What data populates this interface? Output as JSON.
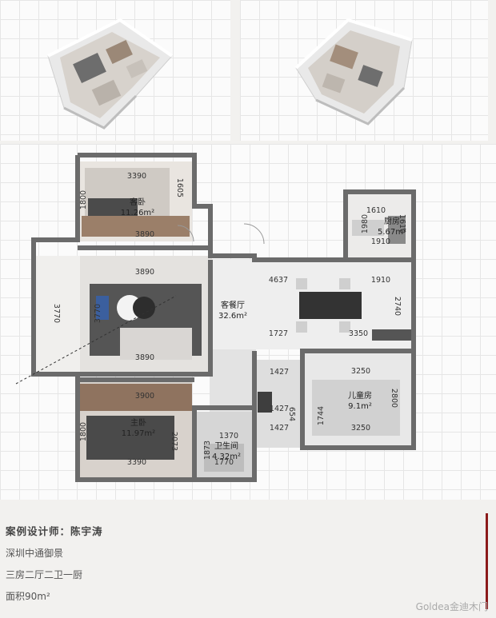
{
  "plan": {
    "rooms": [
      {
        "key": "guest",
        "name": "客卧",
        "area": "11.26m²"
      },
      {
        "key": "living",
        "name": "客餐厅",
        "area": "32.6m²"
      },
      {
        "key": "kitchen",
        "name": "厨房",
        "area": "5.67m²"
      },
      {
        "key": "kids",
        "name": "儿童房",
        "area": "9.1m²"
      },
      {
        "key": "master",
        "name": "主卧",
        "area": "11.97m²"
      },
      {
        "key": "bath",
        "name": "卫生间",
        "area": "4.32m²"
      }
    ],
    "dimensions": {
      "guest_top": "3390",
      "guest_bottom": "3890",
      "guest_left": "1800",
      "guest_right": "1605",
      "balcony_left": "3770",
      "lounge_left": "3770",
      "lounge_top": "3890",
      "lounge_bottom": "3890",
      "living_top": "4637",
      "living_right_top": "1910",
      "living_right": "2740",
      "living_bottom_left": "1727",
      "living_bottom_right": "3350",
      "kitchen_top": "1610",
      "kitchen_left": "1980",
      "kitchen_bottom": "1910",
      "kitchen_right": "1610",
      "hall_1427a": "1427",
      "hall_1427b": "1427",
      "hall_1427c": "1427",
      "hall_654": "654",
      "hall_1744": "1744",
      "kids_top": "3250",
      "kids_bottom": "3250",
      "kids_right": "2800",
      "master_top": "3900",
      "master_bottom": "3390",
      "master_left": "1800",
      "master_right": "2073",
      "bath_top": "1370",
      "bath_bottom": "1770",
      "bath_left": "1873"
    }
  },
  "info": {
    "designer": "案例设计师：陈宇涛",
    "project": "深圳中通御景",
    "layout": "三房二厅二卫一厨",
    "area": "面积90m²"
  },
  "watermark": "Goldea金迪木门",
  "colors": {
    "accent": "#8c1a1a",
    "wall": "#6b6b6b",
    "wood": "#8a6a55"
  }
}
